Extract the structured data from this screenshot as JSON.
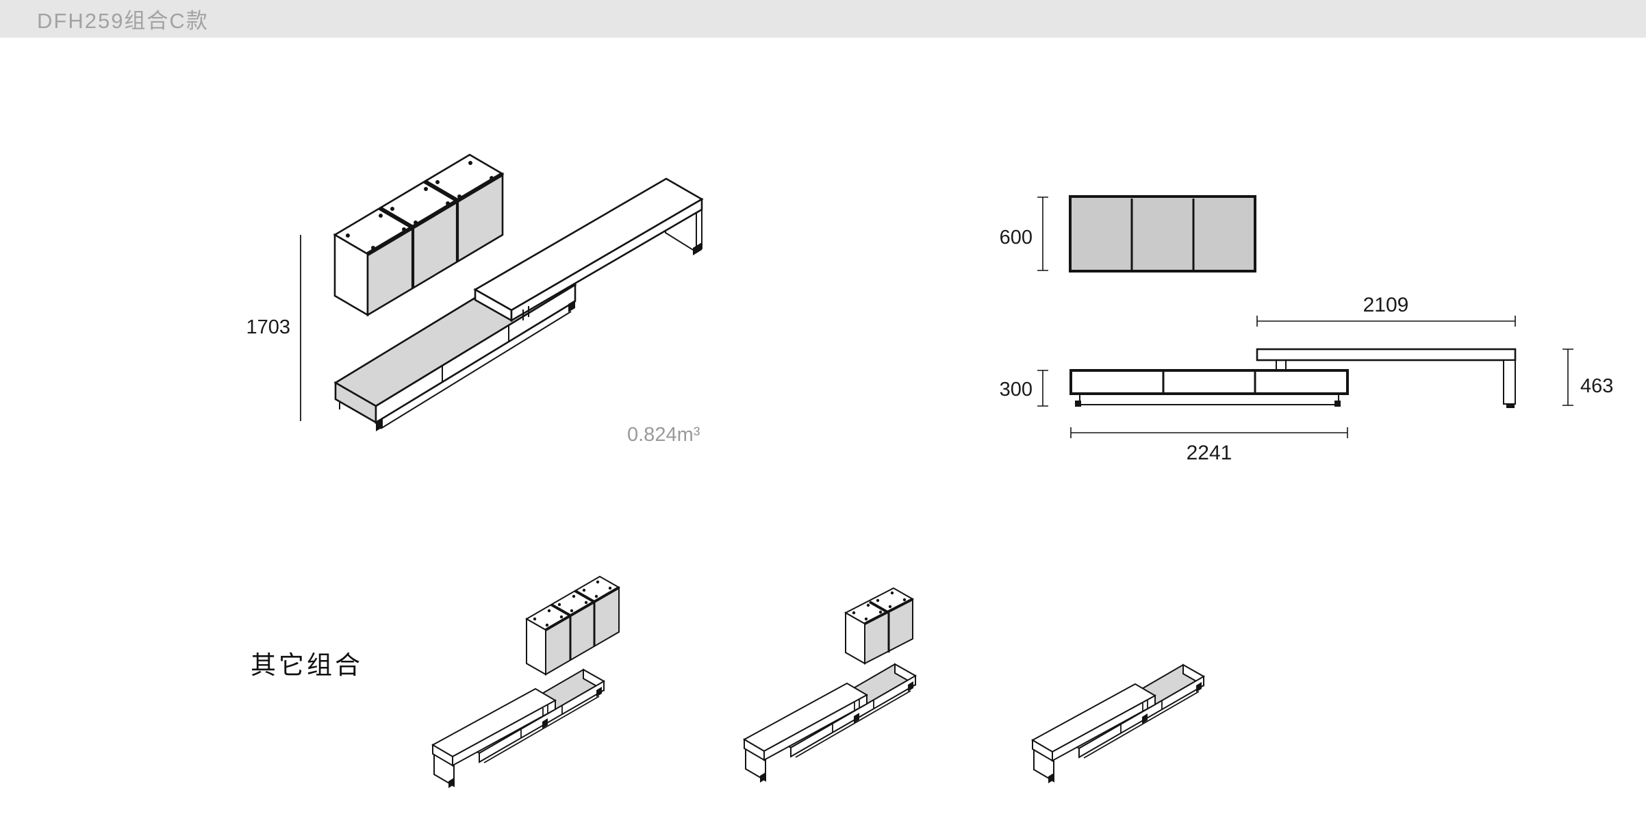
{
  "header": {
    "title": "DFH259组合C款"
  },
  "main_view": {
    "height_dim": "1703",
    "volume_label": "0.824m³"
  },
  "cabinet_front_view": {
    "height_dim": "600"
  },
  "bench_front_view": {
    "shelf_length_dim": "2109",
    "shelf_height_dim": "463",
    "cabinet_height_dim": "300",
    "cabinet_length_dim": "2241"
  },
  "other_combinations": {
    "label": "其它组合"
  },
  "colors": {
    "header_bg": "#e6e6e6",
    "header_text": "#a2a2a2",
    "fill_gray": "#d6d6d6",
    "ortho_gray": "#cacaca",
    "line": "#141414",
    "dim_text": "#1a1a1a",
    "muted_text": "#9a9a9a"
  }
}
